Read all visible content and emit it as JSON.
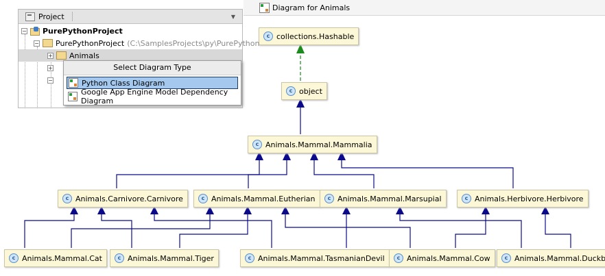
{
  "editor": {
    "tab_title": "Diagram for Animals"
  },
  "project_panel": {
    "title": "Project",
    "root": {
      "label": "PurePythonProject"
    },
    "module": {
      "label": "PurePythonProject",
      "path": "(C:\\SamplesProjects\\py\\PurePython"
    },
    "folder": {
      "label": "Animals"
    }
  },
  "popup": {
    "title": "Select Diagram Type",
    "items": [
      {
        "label": "Python Class Diagram"
      },
      {
        "label": "Google App Engine Model Dependency Diagram"
      }
    ]
  },
  "diagram": {
    "nodes": {
      "hashable": "collections.Hashable",
      "object": "object",
      "mammalia": "Animals.Mammal.Mammalia",
      "carnivore": "Animals.Carnivore.Carnivore",
      "eutherian": "Animals.Mammal.Eutherian",
      "marsupial": "Animals.Mammal.Marsupial",
      "herbivore": "Animals.Herbivore.Herbivore",
      "cat": "Animals.Mammal.Cat",
      "tiger": "Animals.Mammal.Tiger",
      "tasmanian": "Animals.Mammal.TasmanianDevil",
      "cow": "Animals.Mammal.Cow",
      "duckbill": "Animals.Mammal.Duckbill"
    },
    "class_icon_letter": "c",
    "colors": {
      "inheritance": "#0a0a8a",
      "implements": "#1d8a1d",
      "node_fill": "#fbf7d7"
    }
  }
}
